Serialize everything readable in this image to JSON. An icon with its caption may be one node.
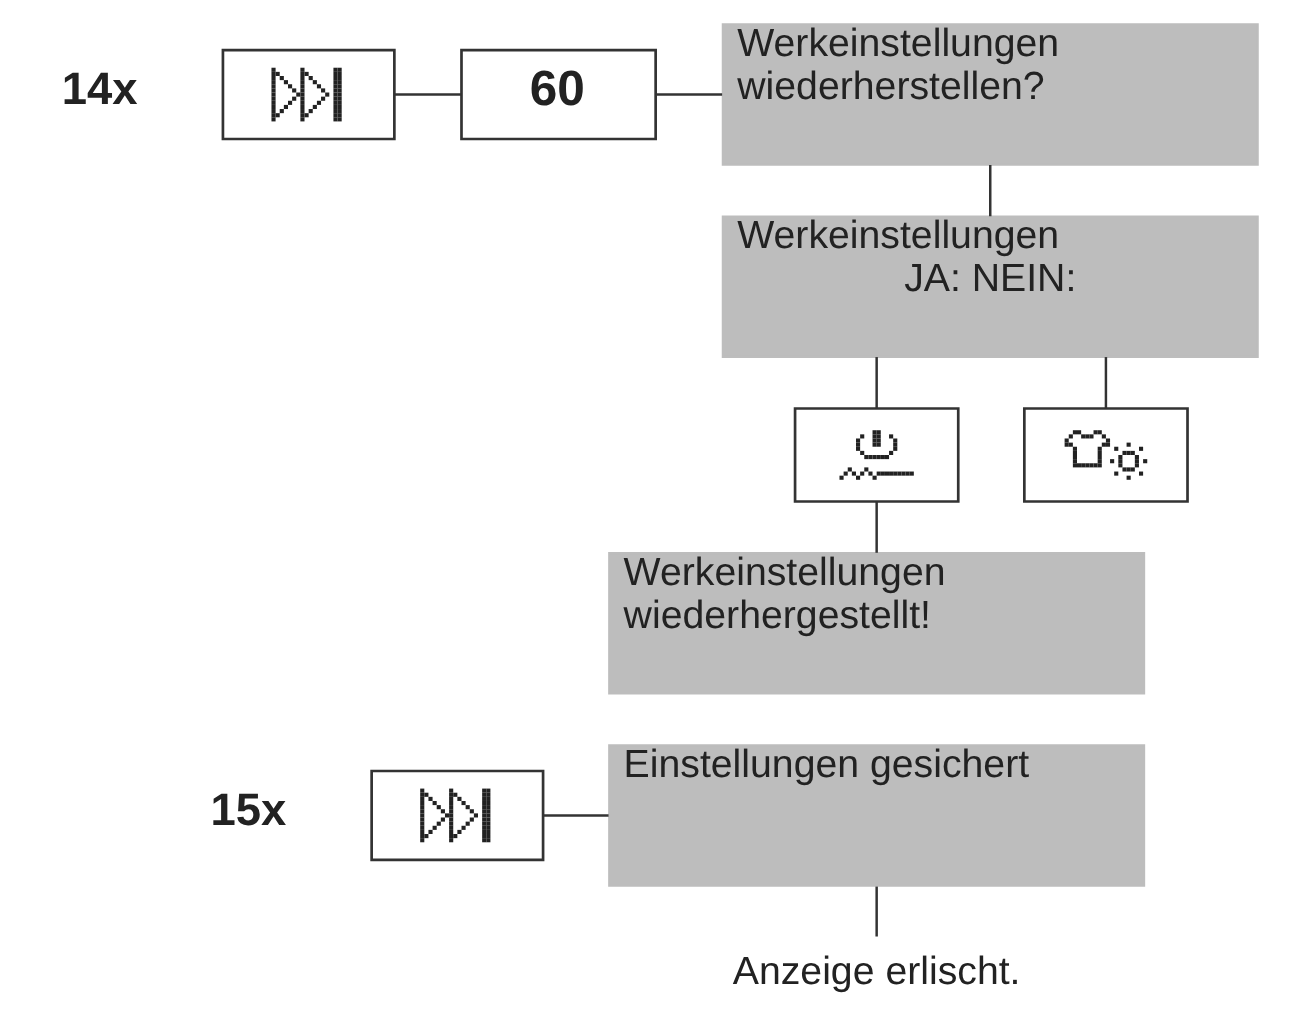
{
  "diagram": {
    "nodes": [
      {
        "text": [],
        "shape": "picture",
        "beside": [
          "14x"
        ]
      },
      {
        "text": [
          "60"
        ]
      },
      {
        "text": [
          "Werkeinstellungen wiederherstellen?"
        ]
      },
      {
        "text": [
          "Werkeinstellungen",
          "JA: NEIN:"
        ]
      },
      {
        "text": [],
        "shape": "picture"
      },
      {
        "text": [],
        "shape": "picture"
      },
      {
        "text": [
          "Werkeinstellungen wiederhergestellt!"
        ]
      },
      {
        "text": [],
        "shape": "picture",
        "beside": [
          "15x"
        ]
      },
      {
        "text": [
          "Einstellungen gesichert"
        ]
      },
      {
        "text": [
          "Anzeige erlischt."
        ]
      }
    ],
    "edges": [
      {
        "from": 0,
        "to": 1,
        "arrow": "none"
      },
      {
        "from": 1,
        "to": 2,
        "arrow": "none"
      },
      {
        "from": 2,
        "to": 3,
        "arrow": "none"
      },
      {
        "from": 3,
        "to": 4,
        "arrow": "none"
      },
      {
        "from": 3,
        "to": 5,
        "arrow": "none"
      },
      {
        "from": 4,
        "to": 6,
        "arrow": "none"
      },
      {
        "from": 7,
        "to": 8,
        "arrow": "none"
      },
      {
        "from": 8,
        "to": 9,
        "arrow": "none"
      }
    ]
  }
}
